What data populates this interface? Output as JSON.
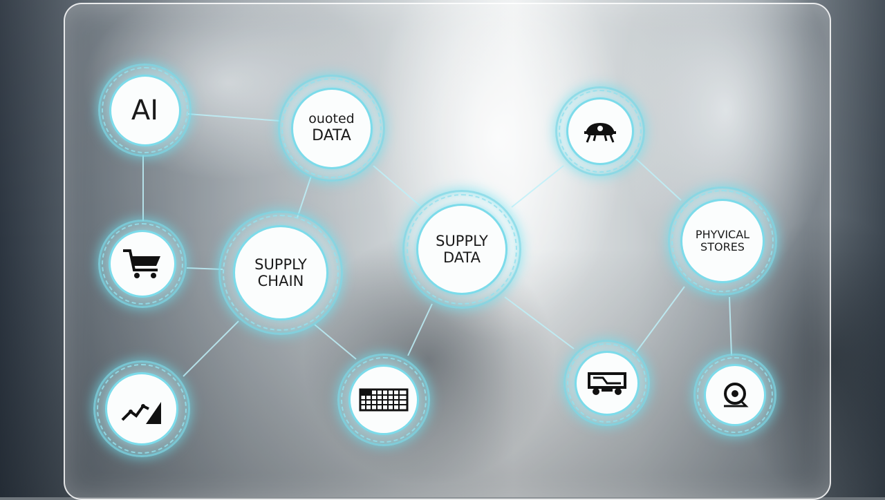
{
  "nodes": {
    "ai": {
      "label": "AI"
    },
    "quoted_data": {
      "line1": "ouoted",
      "line2": "DATA"
    },
    "supply_chain": {
      "label": "SUPPLY\nCHAIN"
    },
    "supply_data": {
      "label": "SUPPLY\nDATA"
    },
    "physical_stores": {
      "label": "PHYVICAL\nSTORES"
    },
    "cart": {
      "icon": "shopping-cart-icon"
    },
    "growth": {
      "icon": "growth-chart-icon"
    },
    "calendar": {
      "icon": "calendar-grid-icon"
    },
    "truck": {
      "icon": "delivery-truck-icon"
    },
    "drone": {
      "icon": "drone-icon"
    },
    "disc": {
      "icon": "disc-icon"
    }
  },
  "colors": {
    "glow": "#6ee1f0",
    "ring": "#78d7e6",
    "text": "#1a1a1a"
  }
}
